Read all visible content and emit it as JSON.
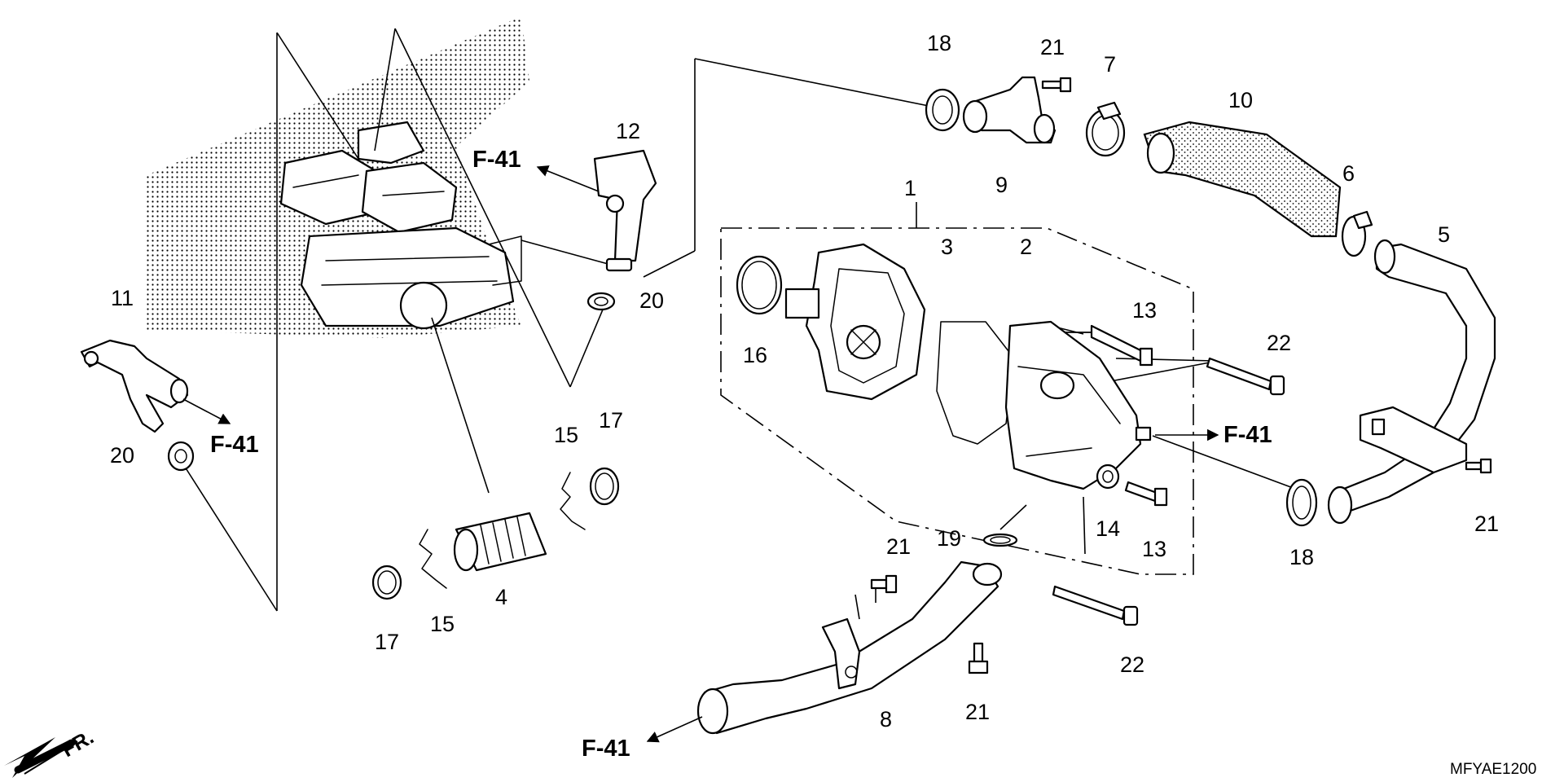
{
  "diagram": {
    "code": "MFYAE1200",
    "front_label": "FR.",
    "refs": {
      "r1": "F-41",
      "r2": "F-41",
      "r3": "F-41",
      "r4": "F-41"
    },
    "parts": {
      "p1": "1",
      "p2": "2",
      "p3": "3",
      "p4": "4",
      "p5": "5",
      "p6": "6",
      "p7": "7",
      "p8": "8",
      "p9": "9",
      "p10": "10",
      "p11": "11",
      "p12": "12",
      "p13a": "13",
      "p13b": "13",
      "p14": "14",
      "p15a": "15",
      "p15b": "15",
      "p16": "16",
      "p17a": "17",
      "p17b": "17",
      "p18a": "18",
      "p18b": "18",
      "p19": "19",
      "p20a": "20",
      "p20b": "20",
      "p21a": "21",
      "p21b": "21",
      "p21c": "21",
      "p21d": "21",
      "p22a": "22",
      "p22b": "22"
    }
  }
}
